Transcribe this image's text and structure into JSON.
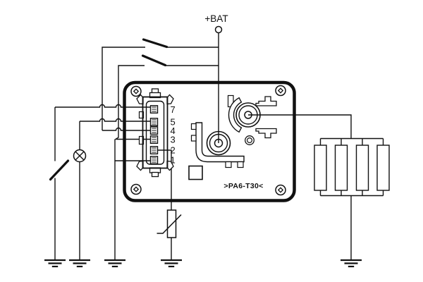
{
  "diagram": {
    "type": "wiring-schematic",
    "description": "Diesel pre-glow (glow plug) relay control unit wiring diagram",
    "battery_label": "+BAT",
    "module_label": ">PA6-T30<",
    "pins": {
      "labels": [
        "7",
        "5",
        "4",
        "3",
        "2",
        "1"
      ]
    },
    "components": {
      "relay_box": "glow-plug-relay-control-unit",
      "connector": "7-pin-connector",
      "terminal_center": "screw-terminal-battery",
      "terminal_right": "screw-terminal-output",
      "glow_plugs": "glow-plug-bank-4x",
      "thermistor": "temperature-sensor",
      "lamp": "indicator-lamp",
      "switches": [
        "switch-feed-1",
        "switch-feed-2",
        "switch-to-ground"
      ],
      "grounds": 5
    },
    "colors": {
      "ink": "#111111",
      "background": "#ffffff"
    }
  }
}
